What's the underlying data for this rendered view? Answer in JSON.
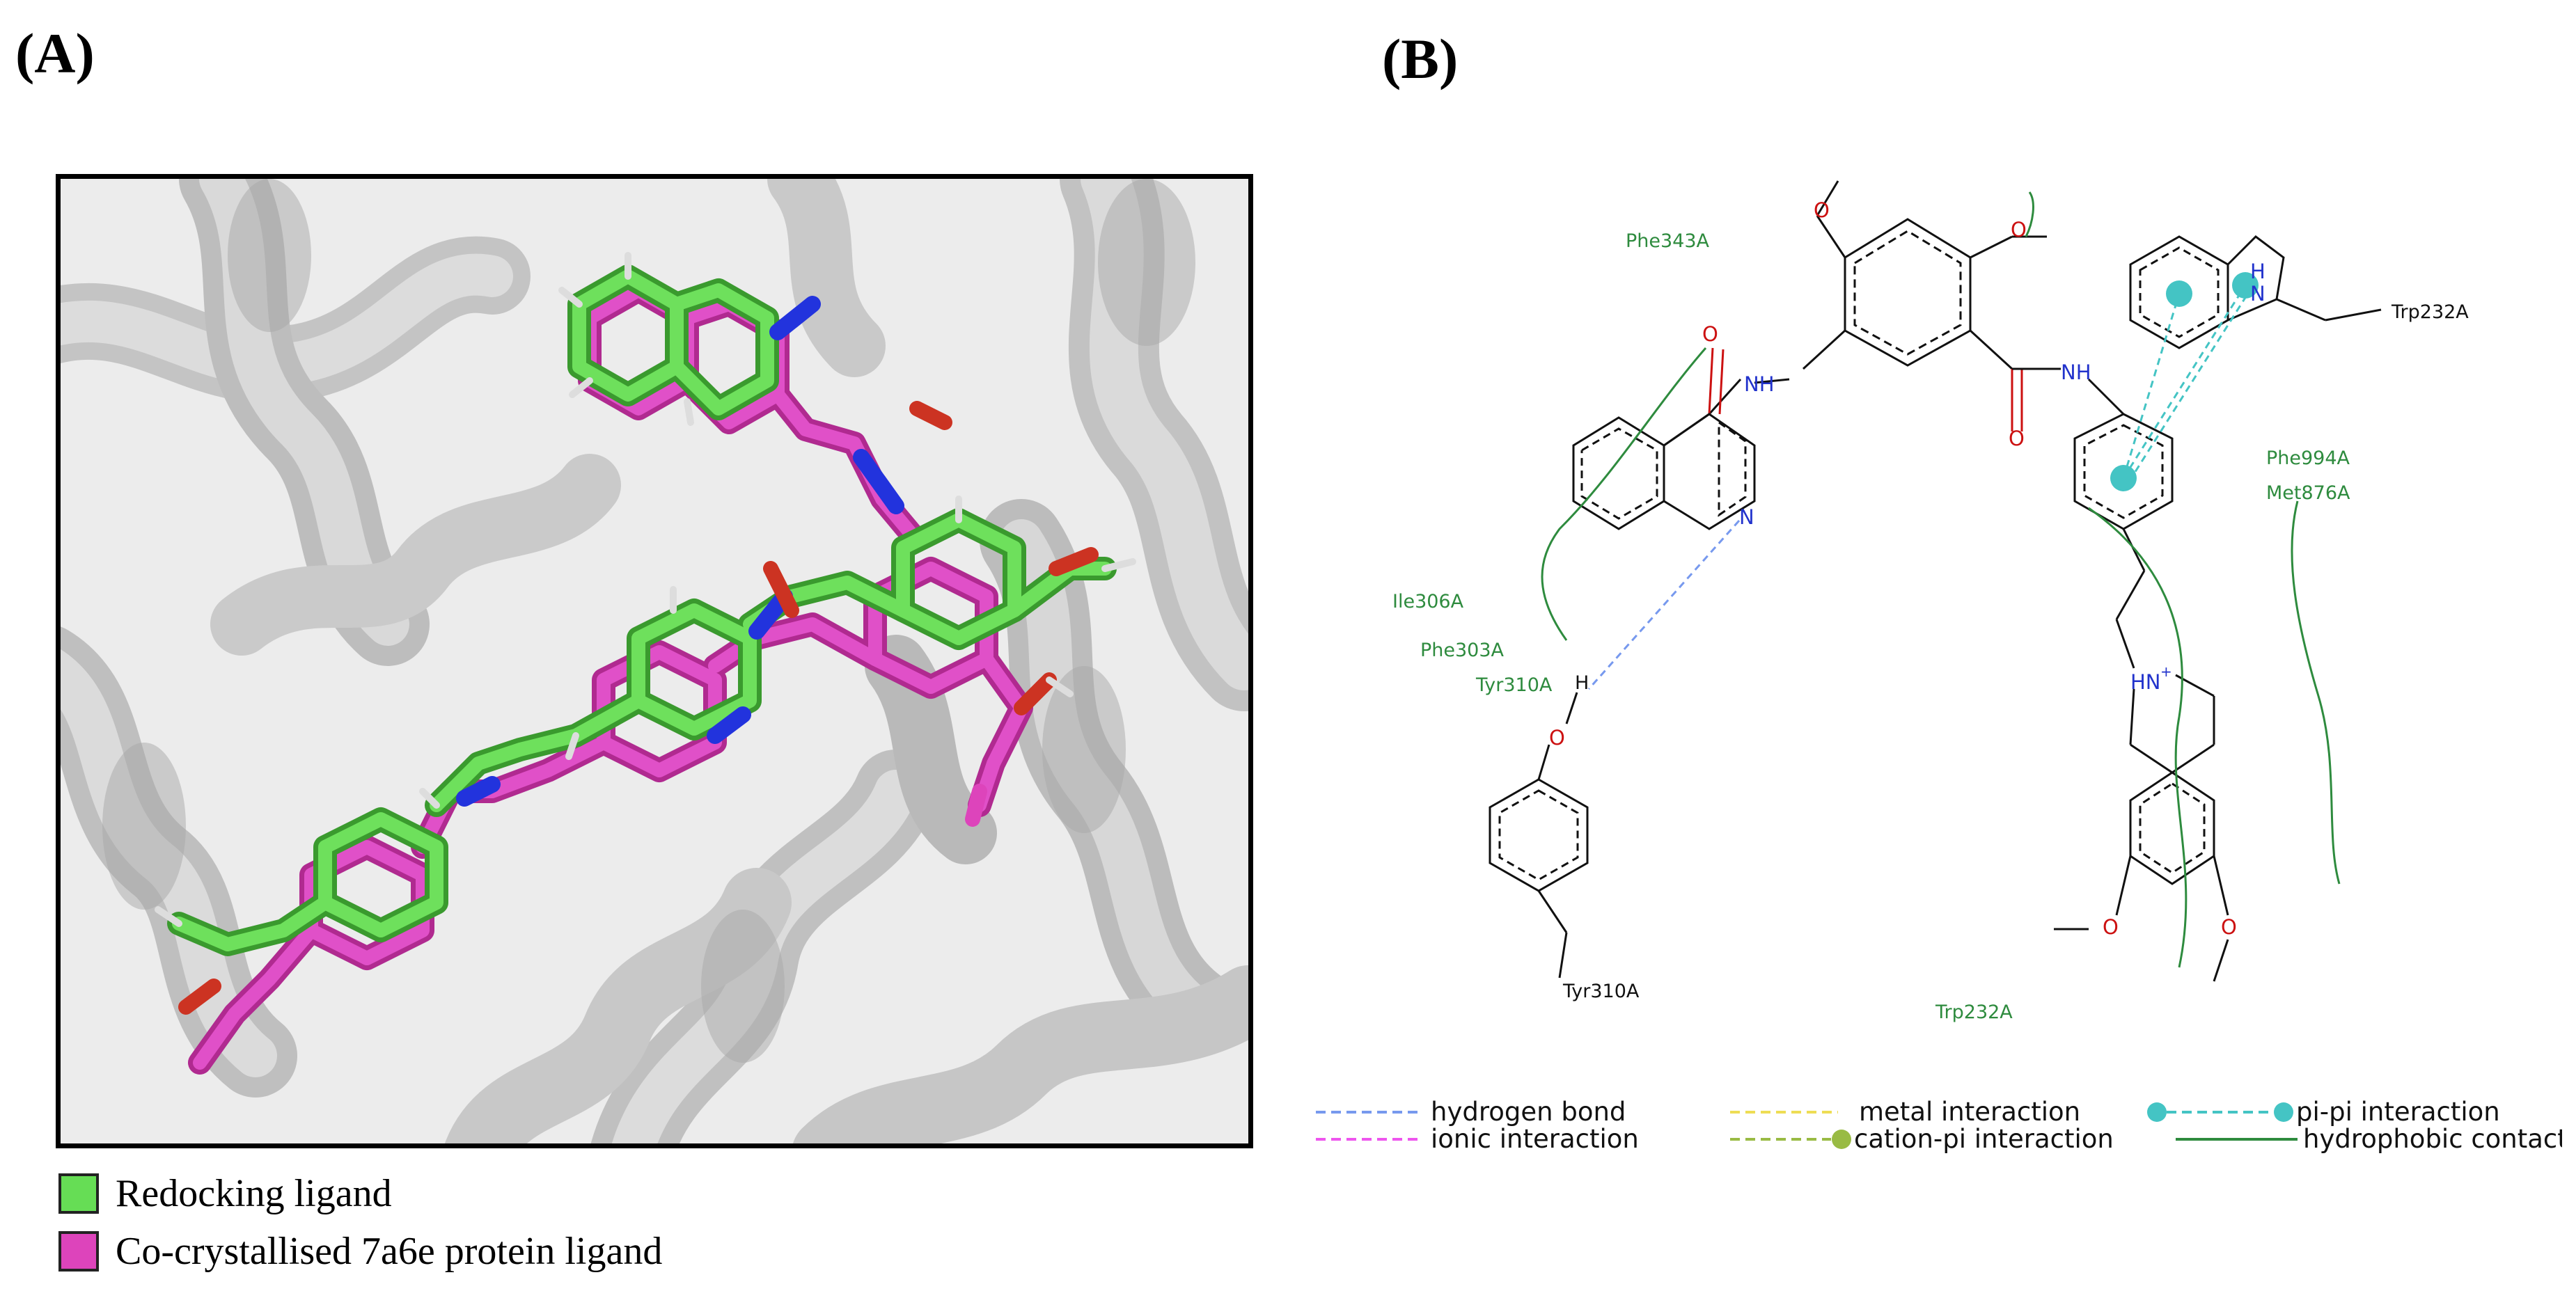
{
  "panel_a": {
    "label": "(A)",
    "legend": [
      {
        "label": "Redocking ligand",
        "color": "#66dd55"
      },
      {
        "label": "Co-crystallised 7a6e protein ligand",
        "color": "#dd44bb"
      }
    ]
  },
  "panel_b": {
    "label": "(B)",
    "residues": {
      "phe343": "Phe343A",
      "ile306": "Ile306A",
      "phe303": "Phe303A",
      "tyr310_contact": "Tyr310A",
      "tyr310_sidechain": "Tyr310A",
      "trp232_sidechain": "Trp232A",
      "phe994": "Phe994A",
      "met876": "Met876A",
      "trp232_contact": "Trp232A"
    },
    "atoms": {
      "nh_left": "NH",
      "nh_right": "NH",
      "n_quinoline": "N",
      "h_tyr": "H",
      "o_tyr": "O",
      "hn_plus": "HN",
      "plus_sign": "+",
      "nh_indole": "H",
      "n_indole": "N",
      "o1": "O",
      "o2": "O",
      "o3": "O",
      "o4": "O",
      "o5": "O",
      "o6": "O"
    },
    "legend": [
      {
        "label": "hydrogen bond",
        "color": "#7799ee"
      },
      {
        "label": "ionic interaction",
        "color": "#ee55ee"
      },
      {
        "label": "metal interaction",
        "color": "#eedd55"
      },
      {
        "label": "cation-pi interaction",
        "color": "#99bb44"
      },
      {
        "label": "pi-pi interaction",
        "color": "#44c4c4"
      },
      {
        "label": "hydrophobic contact",
        "color": "#2e8b3e"
      }
    ]
  }
}
